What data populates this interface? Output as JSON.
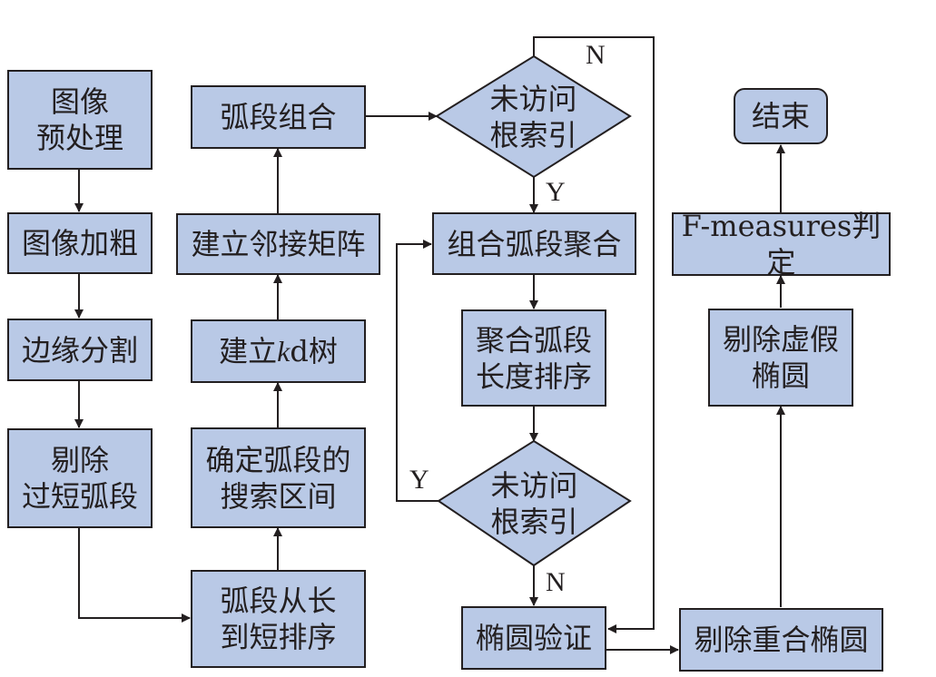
{
  "nodes": {
    "preprocess": "图像\n预处理",
    "thicken": "图像加粗",
    "edge_split": "边缘分割",
    "remove_short": "剔除\n过短弧段",
    "sort_arcs": "弧段从长\n到短排序",
    "search_interval": "确定弧段的\n搜索区间",
    "kd_prefix": "建立",
    "kd_italic": "k",
    "kd_suffix": "d树",
    "adjacency": "建立邻接矩阵",
    "combine": "弧段组合",
    "unvisited_top": "未访问\n根索引",
    "group_aggregate": "组合弧段聚合",
    "length_sort": "聚合弧段\n长度排序",
    "unvisited_bottom": "未访问\n根索引",
    "verify": "椭圆验证",
    "remove_overlap": "剔除重合椭圆",
    "remove_false": "剔除虚假\n椭圆",
    "fmeasure": "F-measures判定",
    "end": "结束"
  },
  "edge_labels": {
    "top_no": "N",
    "top_yes": "Y",
    "bottom_yes": "Y",
    "bottom_no": "N"
  },
  "colors": {
    "box_fill": "#b9c9e6",
    "stroke": "#231f20"
  }
}
